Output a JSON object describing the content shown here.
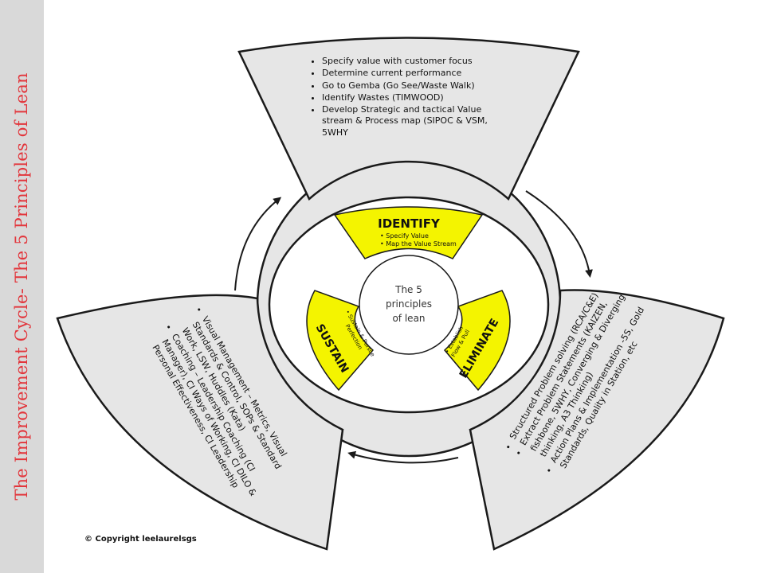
{
  "sidebar": {
    "title": "The Improvement Cycle- The 5 Principles of Lean"
  },
  "center": {
    "line1": "The 5",
    "line2": "principles",
    "line3": "of lean"
  },
  "sectors": {
    "identify": {
      "label": "IDENTIFY",
      "item1": "• Specify Value",
      "item2": "• Map the Value Stream"
    },
    "eliminate": {
      "label": "ELIMINATE",
      "item1": "• Establish",
      "item2": "Flow & Pull"
    },
    "sustain": {
      "label": "SUSTAIN",
      "item1": "• Sustain & Pursue",
      "item2": "Perfection"
    }
  },
  "petals": {
    "top": {
      "bullets": [
        "Specify value with customer focus",
        "Determine current performance",
        "Go to Gemba (Go See/Waste Walk)",
        "Identify Wastes (TIMWOOD)",
        "Develop Strategic and tactical Value stream & Process map (SIPOC & VSM, 5WHY"
      ]
    },
    "left": {
      "bullets": [
        "Visual Management – Metrics, Visual Standards & Control, SOPs & Standard Work, LSW, Huddles (Kata)",
        "Coaching – Leadership Coaching (CI Manager), CI Ways of Working, CI DILO & Personal Effectiveness, CI Leadership"
      ]
    },
    "right": {
      "bullets": [
        "Structured Problem solving (RCA/C&E)",
        "Extract Problem Statements (KAIZEN, fishbone, 5WHY, Converging & Diverging thinking, A3 Thinking)",
        "Action Plans & Implementation -5S, Gold Standards, Quality in Station, etc"
      ]
    }
  },
  "copyright": "© Copyright leelaurelsgs",
  "colors": {
    "accent": "#e2363c",
    "sector": "#f4f400",
    "petal": "#e6e6e6",
    "outline": "#1a1a1a"
  }
}
